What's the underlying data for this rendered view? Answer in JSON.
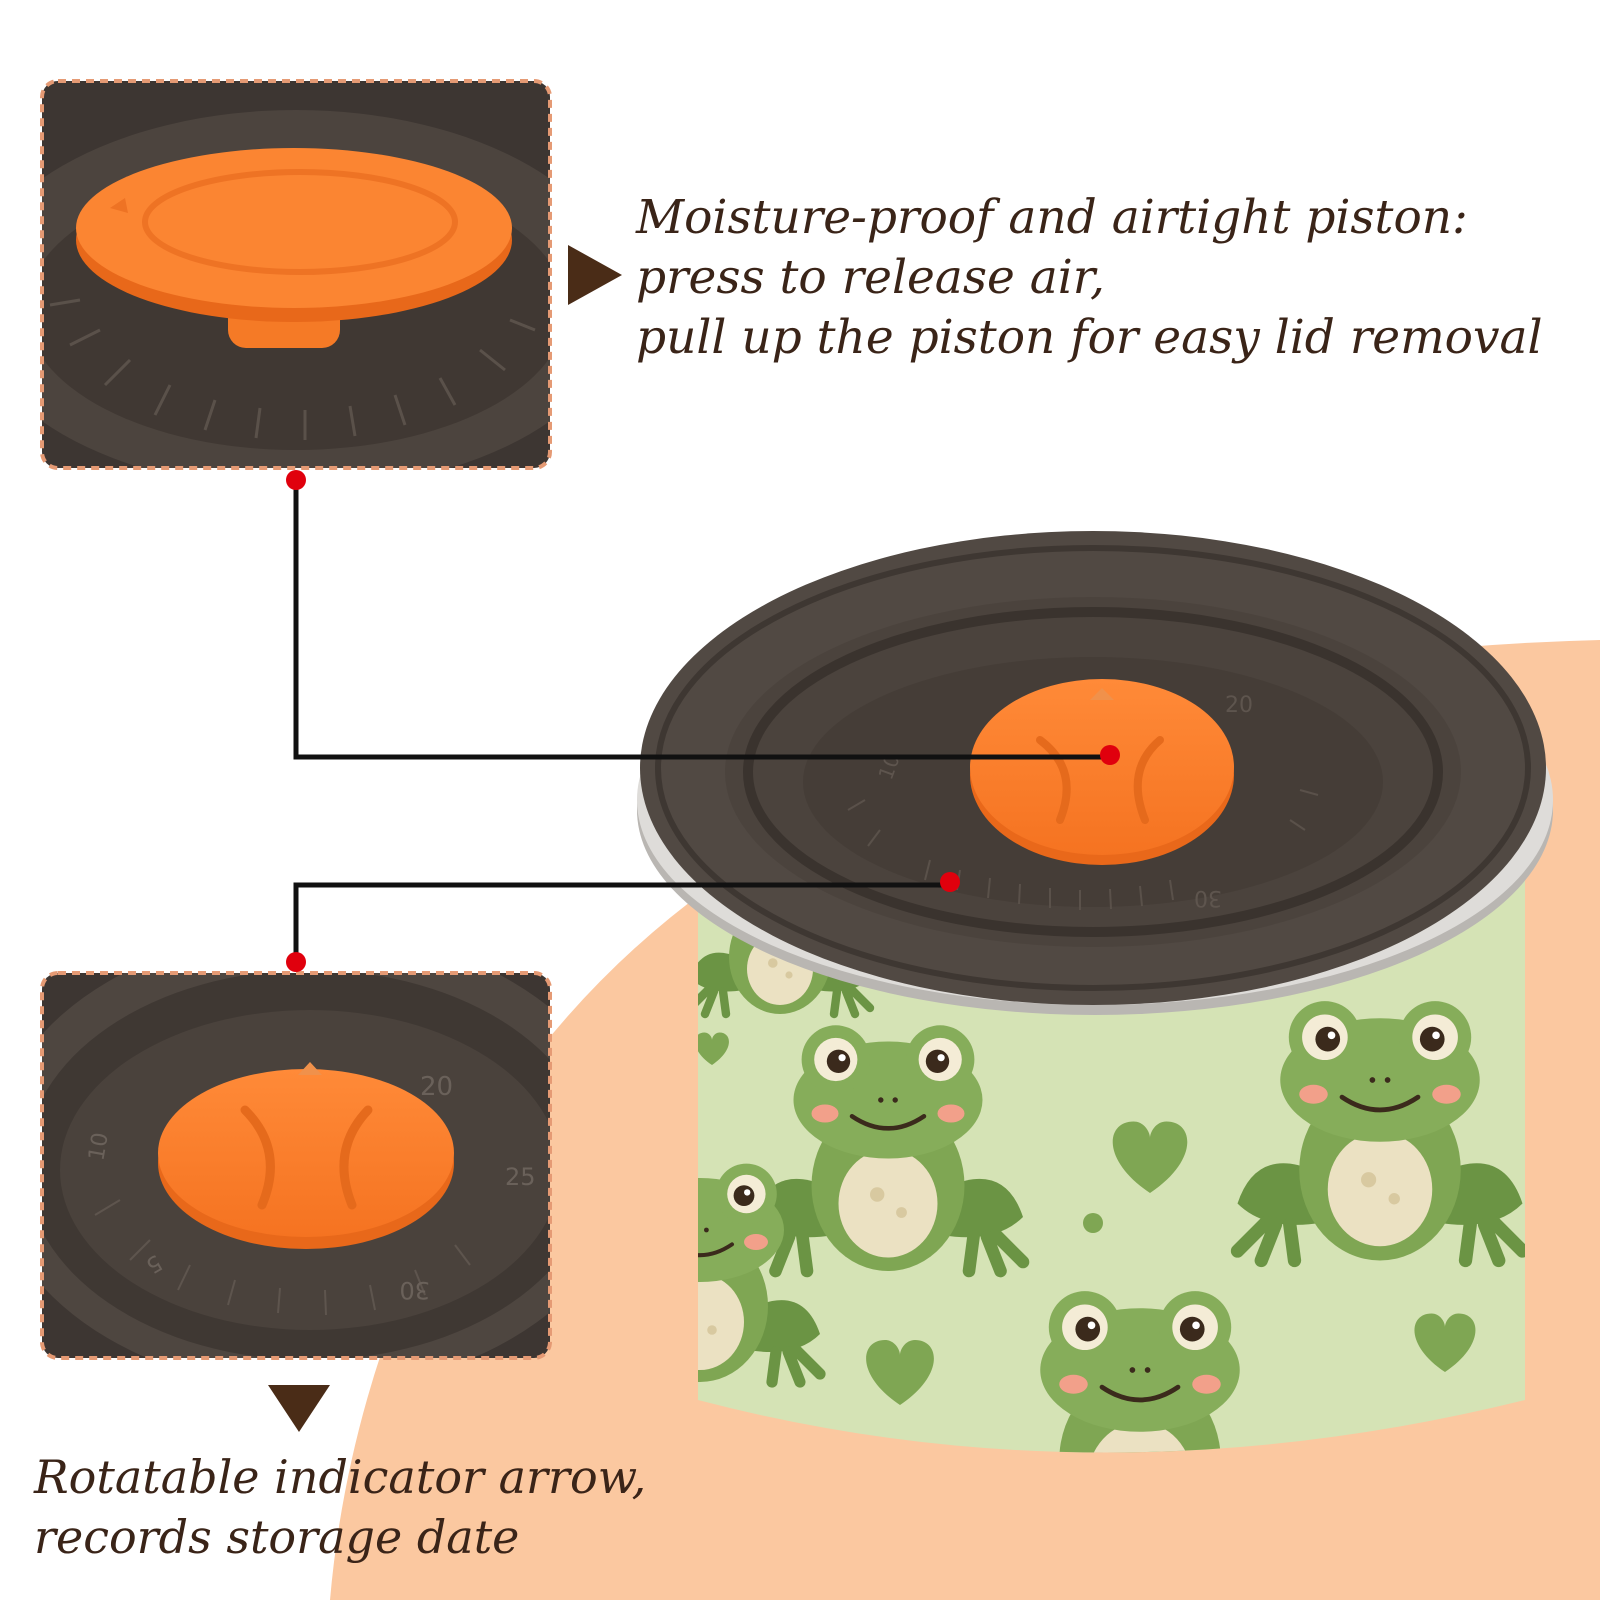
{
  "feature_top": {
    "lines": [
      "Moisture-proof and airtight piston:",
      "press to release air,",
      "pull up the piston for easy lid removal"
    ]
  },
  "feature_bottom": {
    "lines": [
      "Rotatable indicator arrow,",
      "records storage date"
    ]
  },
  "lid_dial": {
    "numbers": [
      "5",
      "10",
      "20",
      "25",
      "30"
    ]
  },
  "colors": {
    "background_blob": "#fbc8a0",
    "lid": "#514943",
    "piston": "#fb7f2b",
    "jar_body": "#d5e3b5",
    "frog": "#7fa653",
    "frame_border": "#e59a74",
    "connector": "#111111",
    "dot": "#e0000d",
    "pointer": "#4a2c17",
    "text": "#3a2418"
  }
}
